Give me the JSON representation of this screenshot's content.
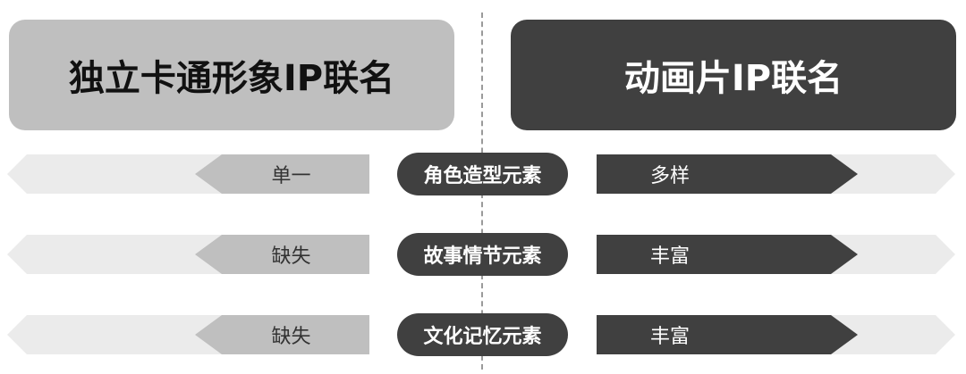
{
  "headers": {
    "left": "独立卡通形象IP联名",
    "right": "动画片IP联名"
  },
  "rows": [
    {
      "element": "角色造型元素",
      "left_value": "单一",
      "right_value": "多样"
    },
    {
      "element": "故事情节元素",
      "left_value": "缺失",
      "right_value": "丰富"
    },
    {
      "element": "文化记忆元素",
      "left_value": "缺失",
      "right_value": "丰富"
    }
  ],
  "colors": {
    "dark": "#404040",
    "mid": "#bfbfbf",
    "light": "#ebebeb",
    "divider": "#9a9a9a"
  }
}
